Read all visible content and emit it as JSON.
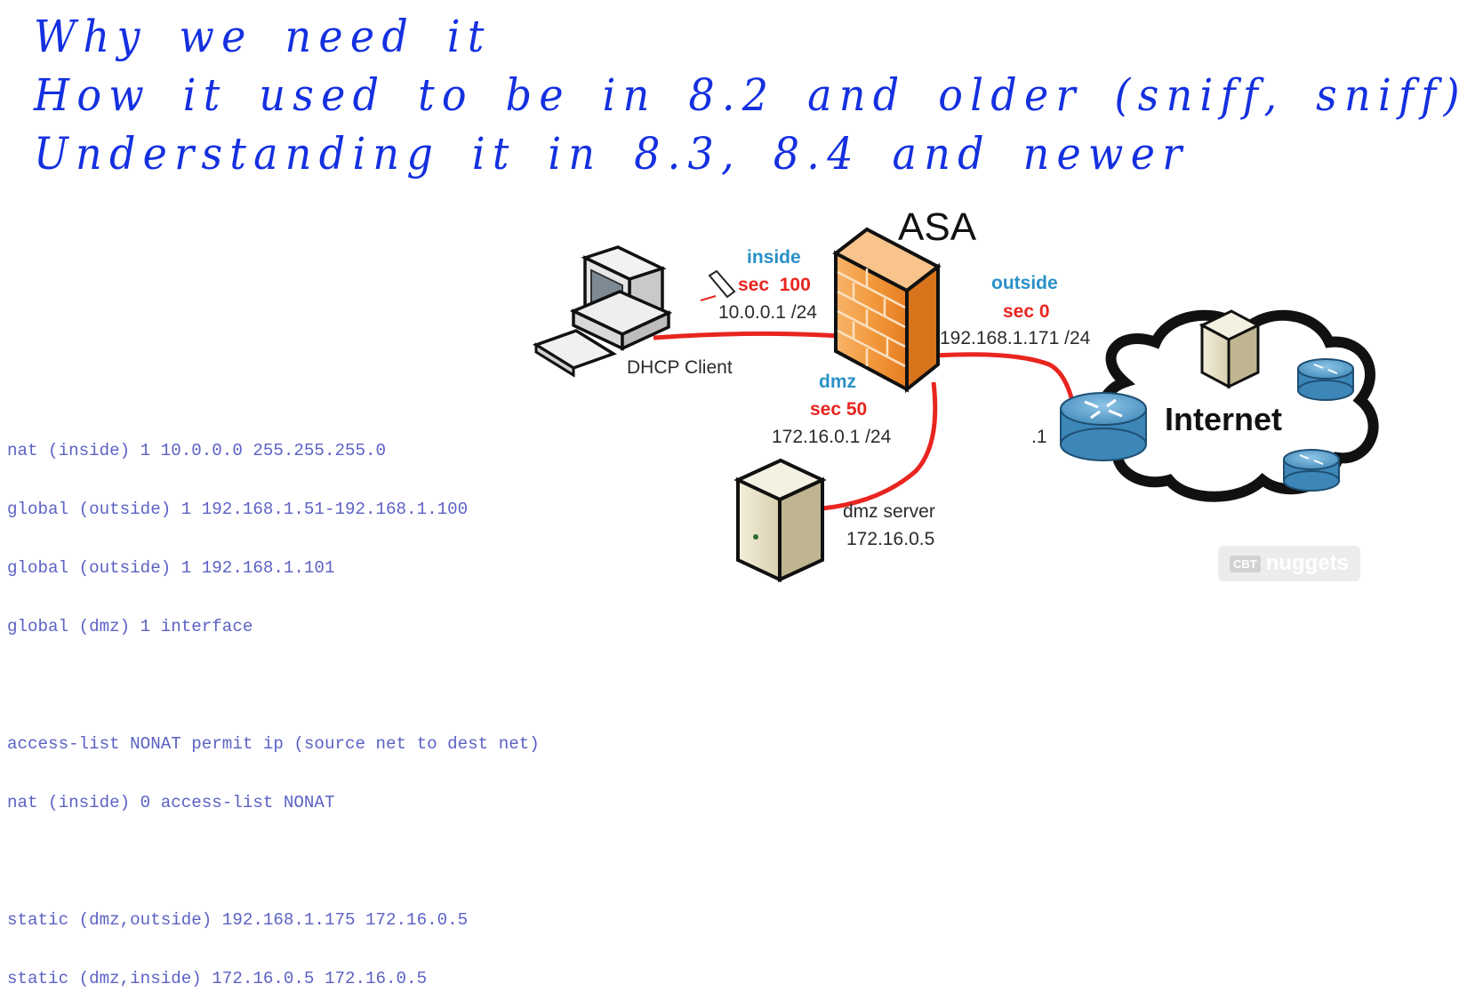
{
  "headings": [
    "Why we need it",
    "How it used to be in 8.2 and older (sniff, sniff)",
    "Understanding it in 8.3, 8.4 and newer"
  ],
  "code_block_1": [
    "nat (inside) 1 10.0.0.0 255.255.255.0",
    "global (outside) 1 192.168.1.51-192.168.1.100",
    "global (outside) 1 192.168.1.101",
    "global (dmz) 1 interface"
  ],
  "code_block_2": [
    "access-list NONAT permit ip (source net to dest net)",
    "nat (inside) 0 access-list NONAT"
  ],
  "code_block_3": [
    "static (dmz,outside) 192.168.1.175 172.16.0.5",
    "static (dmz,inside) 172.16.0.5 172.16.0.5"
  ],
  "diagram": {
    "firewall_label": "ASA",
    "inside": {
      "name": "inside",
      "security": "sec  100",
      "ip": "10.0.0.1 /24"
    },
    "outside": {
      "name": "outside",
      "security": "sec 0",
      "ip": "192.168.1.171 /24"
    },
    "dmz": {
      "name": "dmz",
      "security": "sec 50",
      "ip": "172.16.0.1 /24"
    },
    "client_label": "DHCP Client",
    "server_label": "dmz server",
    "server_ip": "172.16.0.5",
    "router_ip": ".1",
    "cloud_label": "Internet"
  },
  "watermark": {
    "prefix": "CBT",
    "text": "nuggets"
  },
  "colors": {
    "handwriting": "#1430e0",
    "code": "#5b62c4",
    "link": "#e8251f",
    "interface_name": "#2a90c8",
    "security_level": "#e8251f"
  }
}
